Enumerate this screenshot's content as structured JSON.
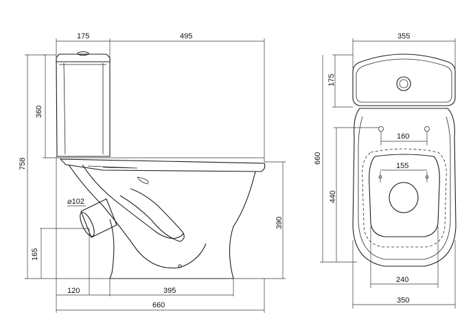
{
  "side_view": {
    "tank_depth": "175",
    "bowl_projection": "495",
    "tank_height": "360",
    "overall_height": "758",
    "outlet_diameter": "⌀102",
    "outlet_height": "165",
    "outlet_offset": "120",
    "base_length": "395",
    "overall_length": "660",
    "rim_height": "390"
  },
  "top_view": {
    "overall_width": "355",
    "tank_width_depth": "175",
    "overall_depth": "660",
    "bowl_depth": "440",
    "seat_hole_spacing": "160",
    "inner_hole_spacing": "155",
    "base_width": "240",
    "bowl_width": "350"
  }
}
